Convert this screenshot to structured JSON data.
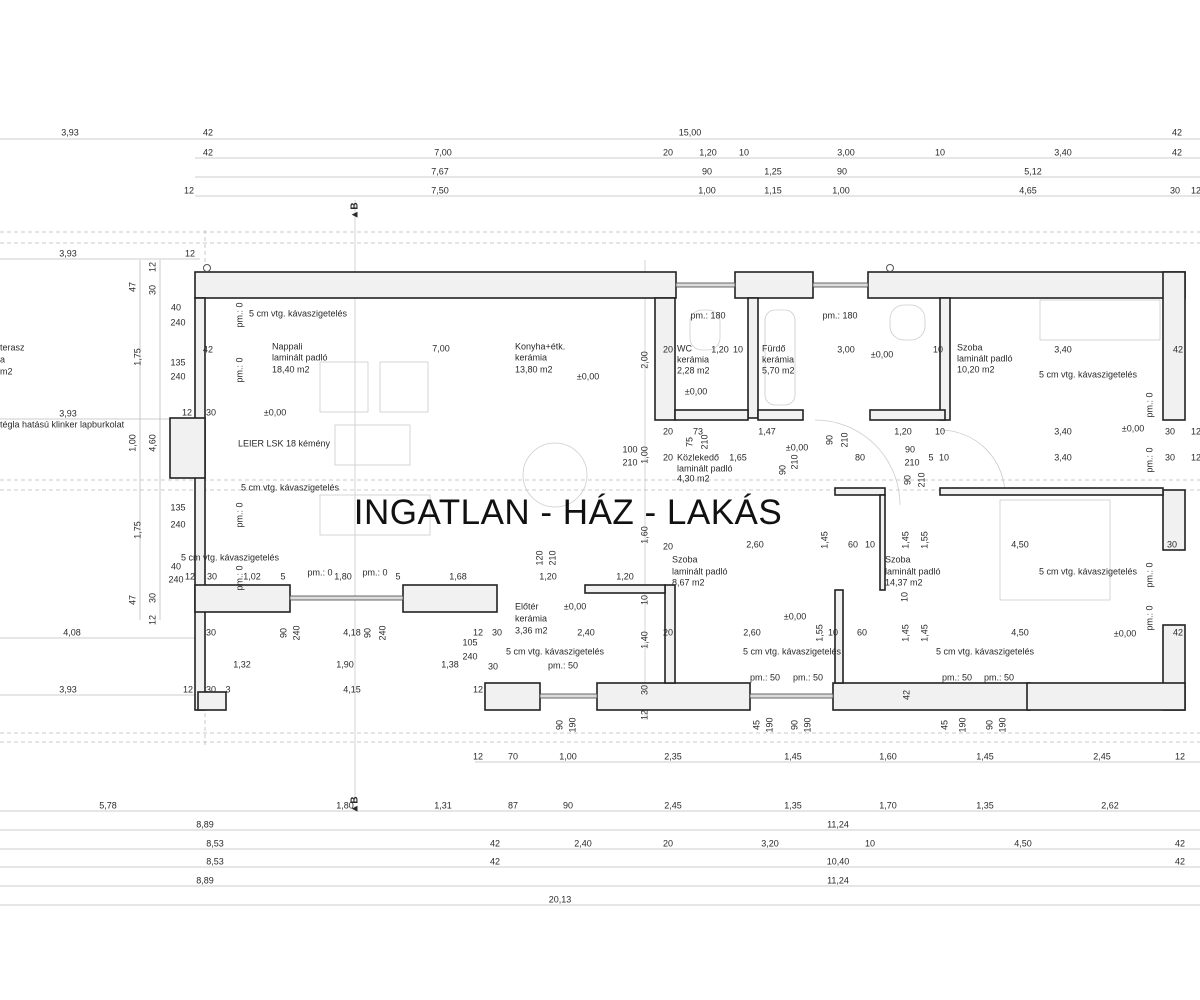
{
  "title": "INGATLAN - HÁZ - LAKÁS",
  "section_marks": [
    "▲B",
    "▲B"
  ],
  "labels": {
    "top_dims": [
      "3,93",
      "42",
      "15,00",
      "42",
      "42",
      "7,00",
      "20",
      "1,20",
      "10",
      "3,00",
      "10",
      "3,40",
      "42",
      "7,67",
      "90",
      "1,25",
      "90",
      "5,12",
      "12",
      "7,50",
      "1,00",
      "1,15",
      "1,00",
      "4,65",
      "30",
      "12"
    ],
    "left_dims": [
      "3,93",
      "12",
      "12",
      "47",
      "30",
      "40",
      "240",
      "42",
      "1,75",
      "135",
      "240",
      "3,93",
      "12",
      "30",
      "1,00",
      "4,60",
      "135",
      "240",
      "1,75",
      "40",
      "240",
      "12",
      "30",
      "1,02",
      "5",
      "1,80",
      "5",
      "1,68",
      "1,20",
      "1,20",
      "120",
      "210",
      "47",
      "30",
      "12",
      "4,08",
      "30",
      "90",
      "240",
      "4,18",
      "90",
      "240",
      "12",
      "30",
      "2,40",
      "105",
      "240",
      "1,32",
      "1,90",
      "1,38",
      "3,93",
      "12",
      "30",
      "3",
      "4,15",
      "12",
      "30"
    ],
    "left_notes": [
      "terasz",
      "a",
      "m2",
      "tégla hatású klinker lapburkolat",
      "LEIER LSK 18 kémény",
      "±0,00",
      "5 cm vtg. kávaszigetelés",
      "5 cm vtg. kávaszigetelés",
      "5 cm vtg. kávaszigetelés",
      "pm.: 0",
      "pm.: 0",
      "pm.: 0",
      "pm.: 0",
      "pm.: 0",
      "pm.: 0"
    ],
    "room_labels": [
      "Nappali",
      "laminált padló",
      "18,40 m2",
      "Konyha+étk.",
      "kerámia",
      "13,80 m2",
      "±0,00",
      "7,00",
      "WC",
      "kerámia",
      "2,28 m2",
      "±0,00",
      "pm.: 180",
      "Fürdő",
      "kerámia",
      "5,70 m2",
      "±0,00",
      "pm.: 180",
      "Szoba",
      "laminált padló",
      "10,20 m2",
      "5 cm vtg. kávaszigetelés",
      "Közlekedő",
      "laminált padló",
      "4,30 m2",
      "±0,00",
      "Szoba",
      "laminált padló",
      "8,67 m2",
      "±0,00",
      "Szoba",
      "laminált padló",
      "14,37 m2",
      "5 cm vtg. kávaszigetelés",
      "±0,00",
      "Előtér",
      "kerámia",
      "3,36 m2",
      "±0,00",
      "5 cm vtg. kávaszigetelés",
      "5 cm vtg. kávaszigetelés",
      "5 cm vtg. kávaszigetelés",
      "pm.: 50",
      "pm.: 50",
      "pm.: 50",
      "pm.: 50",
      "pm.: 50",
      "±0,00",
      "pm.: 0",
      "pm.: 0",
      "pm.: 0",
      "pm.: 0"
    ],
    "inner_dims": [
      "2,00",
      "20",
      "1,20",
      "10",
      "3,00",
      "10",
      "3,40",
      "42",
      "100",
      "210",
      "1,00",
      "20",
      "73",
      "75",
      "210",
      "1,47",
      "90",
      "210",
      "1,20",
      "10",
      "3,40",
      "30",
      "12",
      "20",
      "1,65",
      "90",
      "210",
      "80",
      "90",
      "210",
      "5",
      "10",
      "3,40",
      "30",
      "12",
      "90",
      "210",
      "1,60",
      "20",
      "2,60",
      "1,45",
      "60",
      "10",
      "1,45",
      "1,55",
      "4,50",
      "30",
      "10",
      "10",
      "1,40",
      "20",
      "2,60",
      "1,55",
      "10",
      "60",
      "1,45",
      "1,45",
      "4,50",
      "42",
      "30",
      "42",
      "12",
      "90",
      "190",
      "45",
      "190",
      "90",
      "190",
      "45",
      "190",
      "90",
      "190"
    ],
    "bottom_dims": [
      "12",
      "70",
      "1,00",
      "2,35",
      "1,45",
      "1,60",
      "1,45",
      "2,45",
      "12",
      "5,78",
      "1,80",
      "1,31",
      "87",
      "90",
      "2,45",
      "1,35",
      "1,70",
      "1,35",
      "2,62",
      "8,89",
      "11,24",
      "8,53",
      "42",
      "2,40",
      "20",
      "3,20",
      "10",
      "4,50",
      "42",
      "8,53",
      "42",
      "10,40",
      "42",
      "8,89",
      "11,24",
      "20,13"
    ]
  }
}
